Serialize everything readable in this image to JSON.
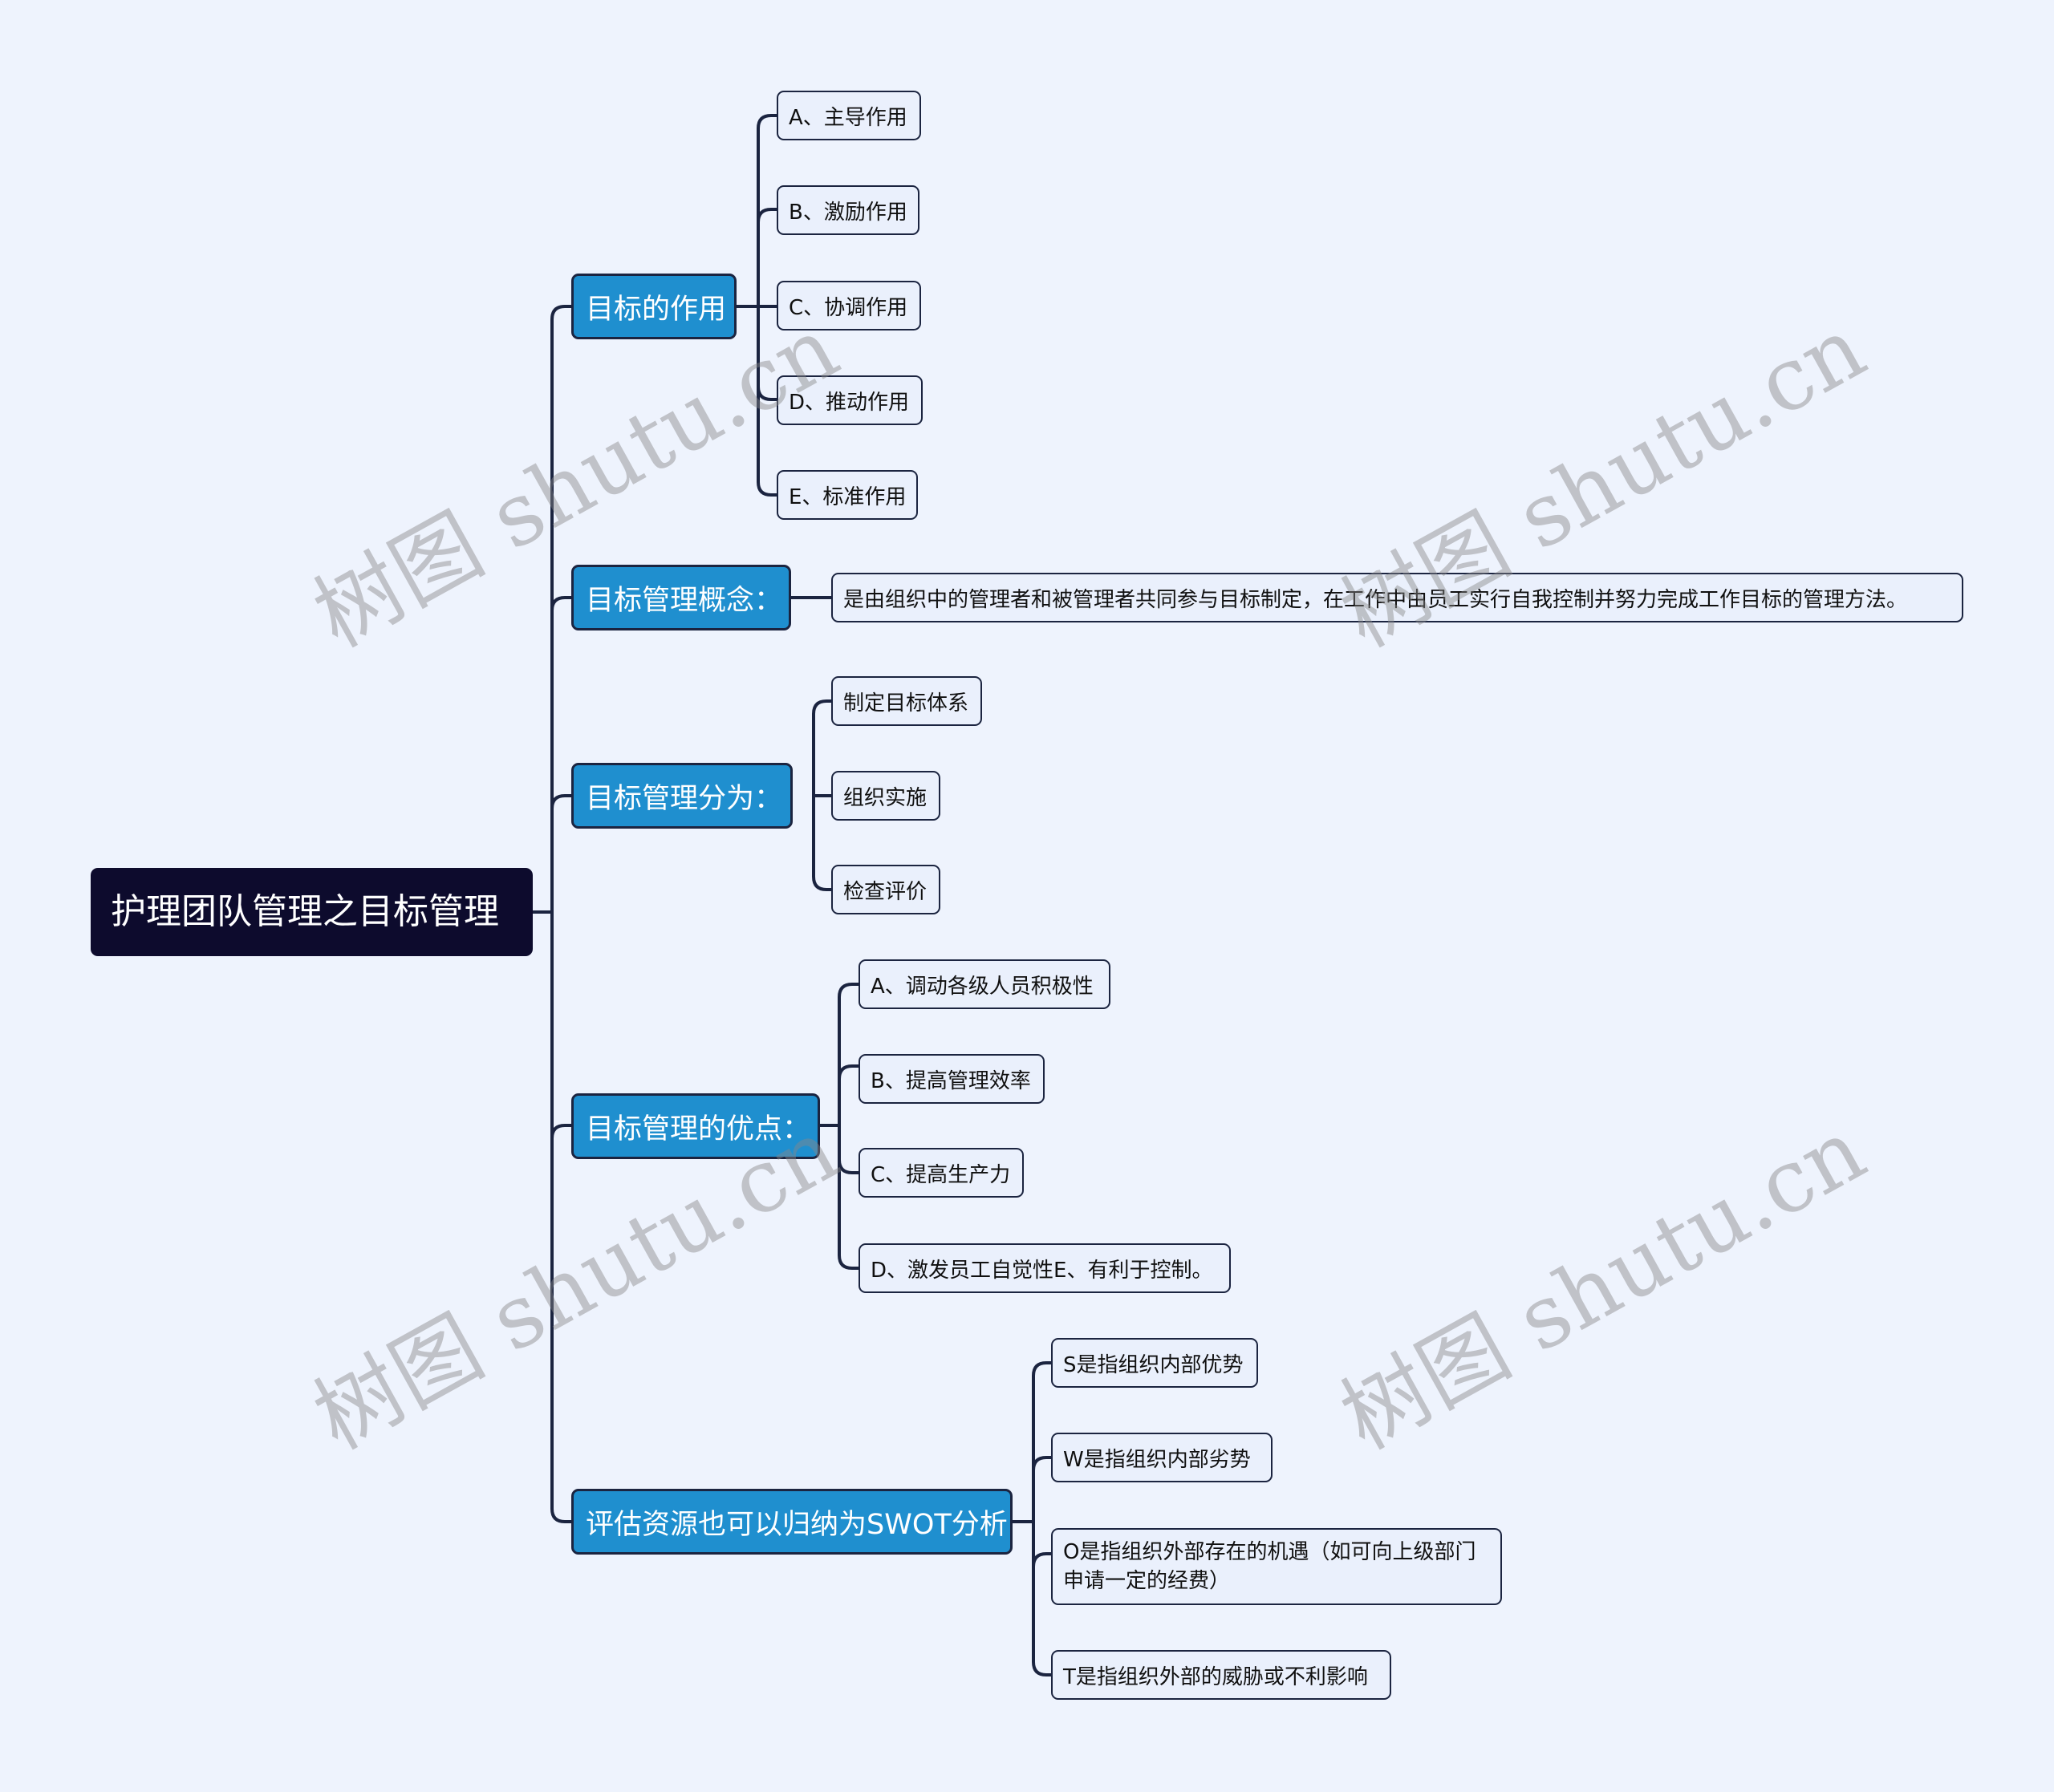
{
  "root": "护理团队管理之目标管理",
  "branches": [
    {
      "label": "目标的作用",
      "children": [
        "A、主导作用",
        "B、激励作用",
        "C、协调作用",
        "D、推动作用",
        "E、标准作用"
      ]
    },
    {
      "label": "目标管理概念：",
      "children": [
        "是由组织中的管理者和被管理者共同参与目标制定，在工作中由员工实行自我控制并努力完成工作目标的管理方法。"
      ]
    },
    {
      "label": "目标管理分为：",
      "children": [
        "制定目标体系",
        "组织实施",
        "检查评价"
      ]
    },
    {
      "label": "目标管理的优点：",
      "children": [
        "A、调动各级人员积极性",
        "B、提高管理效率",
        "C、提高生产力",
        "D、激发员工自觉性E、有利于控制。"
      ]
    },
    {
      "label": "评估资源也可以归纳为SWOT分析",
      "children": [
        "S是指组织内部优势",
        " W是指组织内部劣势",
        "O是指组织外部存在的机遇（如可向上级部门申请一定的经费）",
        " T是指组织外部的威胁或不利影响"
      ]
    }
  ],
  "watermark": "树图 shutu.cn",
  "colors": {
    "background": "#eef3fd",
    "root": "#0d0b2d",
    "branch": "#1f8fcf",
    "leaf": "#eaf0fc",
    "line": "#1b2440"
  }
}
